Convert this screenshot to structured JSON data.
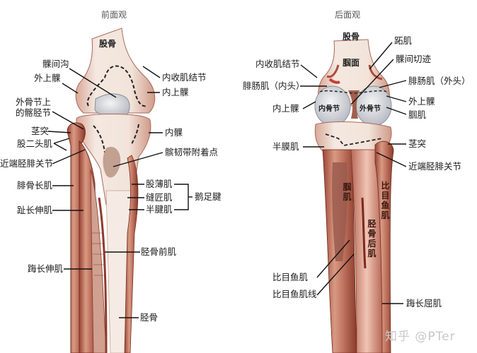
{
  "anterior": {
    "title": "前面观",
    "bone_labels": {
      "femur": "股骨"
    },
    "labels": {
      "intercondylar_groove": "髁间沟",
      "lateral_epicondyle": "外上髁",
      "adductor_tubercle": "内收肌结节",
      "medial_epicondyle": "内上髁",
      "lateral_condyle_line1": "外骨节上",
      "lateral_condyle_line2": "的髂胫节",
      "styloid": "茎突",
      "biceps_femoris": "股二头肌",
      "proximal_tibiofibular": "近端胫腓关节",
      "medial_condyle": "内髁",
      "patellar_ligament_attach": "髌韧带附着点",
      "peroneus_longus": "腓骨长肌",
      "gracilis": "股薄肌",
      "sartorius": "缝匠肌",
      "semitendinosus": "半腱肌",
      "pes_anserinus": "鹅足腱",
      "ext_digitorum_longus": "趾长伸肌",
      "tibialis_anterior": "胫骨前肌",
      "ext_hallucis_longus": "踇长伸肌",
      "tibia": "胫骨"
    }
  },
  "posterior": {
    "title": "后面观",
    "bone_labels": {
      "femur": "股骨",
      "popliteal_surface": "腘面",
      "medial_condyle": "内骨节",
      "lateral_condyle": "外骨节"
    },
    "vertical_labels": {
      "popliteus": "腘肌",
      "soleus": "比目鱼肌",
      "tibialis_posterior": "胫骨后肌"
    },
    "labels": {
      "plantaris": "跖肌",
      "intercondylar_notch": "髁间切迹",
      "adductor_tubercle": "内收肌结节",
      "gastroc_medial": "腓肠肌（内头）",
      "gastroc_lateral": "腓肠肌（外头）",
      "medial_epicondyle": "内上髁",
      "lateral_epicondyle": "外上髁",
      "popliteus": "腘肌",
      "semimembranosus": "半膜肌",
      "styloid": "茎突",
      "proximal_tibiofibular": "近端胫腓关节",
      "soleus": "比目鱼肌",
      "soleal_line": "比目鱼肌线",
      "flexor_hallucis_longus": "踇长屈肌"
    }
  },
  "watermark": "知乎 @PTer",
  "colors": {
    "bone": "#f3e6dc",
    "bone_shade": "#e2c2b2",
    "muscle": "#c9826c",
    "muscle_dark": "#8e3b2c",
    "cartilage": "#d9dde3",
    "leader": "#111111"
  }
}
